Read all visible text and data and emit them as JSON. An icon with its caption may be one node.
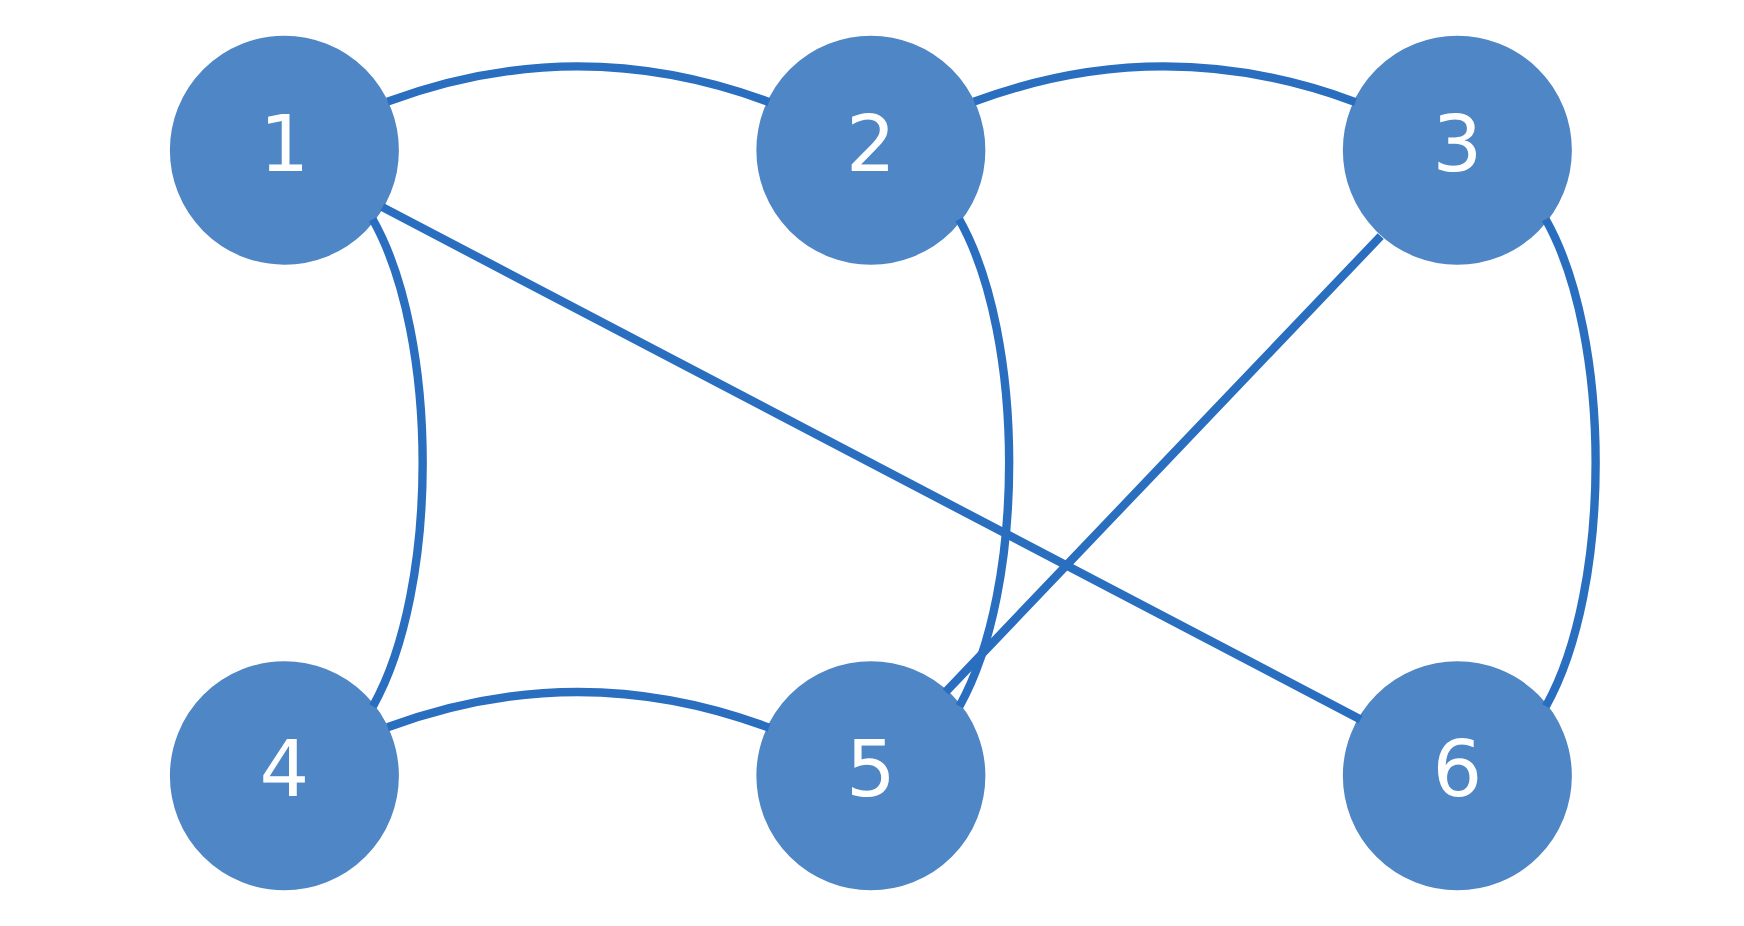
{
  "diagram": {
    "nodes": [
      {
        "text": [
          "1"
        ]
      },
      {
        "text": [
          "2"
        ]
      },
      {
        "text": [
          "3"
        ]
      },
      {
        "text": [
          "4"
        ]
      },
      {
        "text": [
          "5"
        ]
      },
      {
        "text": [
          "6"
        ]
      }
    ],
    "edges": [
      {
        "from": 0,
        "to": 1,
        "arrow": "none"
      },
      {
        "from": 1,
        "to": 2,
        "arrow": "none"
      },
      {
        "from": 0,
        "to": 3,
        "arrow": "none"
      },
      {
        "from": 0,
        "to": 5,
        "arrow": "none"
      },
      {
        "from": 1,
        "to": 4,
        "arrow": "none"
      },
      {
        "from": 2,
        "to": 4,
        "arrow": "none"
      },
      {
        "from": 2,
        "to": 5,
        "arrow": "none"
      },
      {
        "from": 3,
        "to": 4,
        "arrow": "none"
      }
    ]
  }
}
